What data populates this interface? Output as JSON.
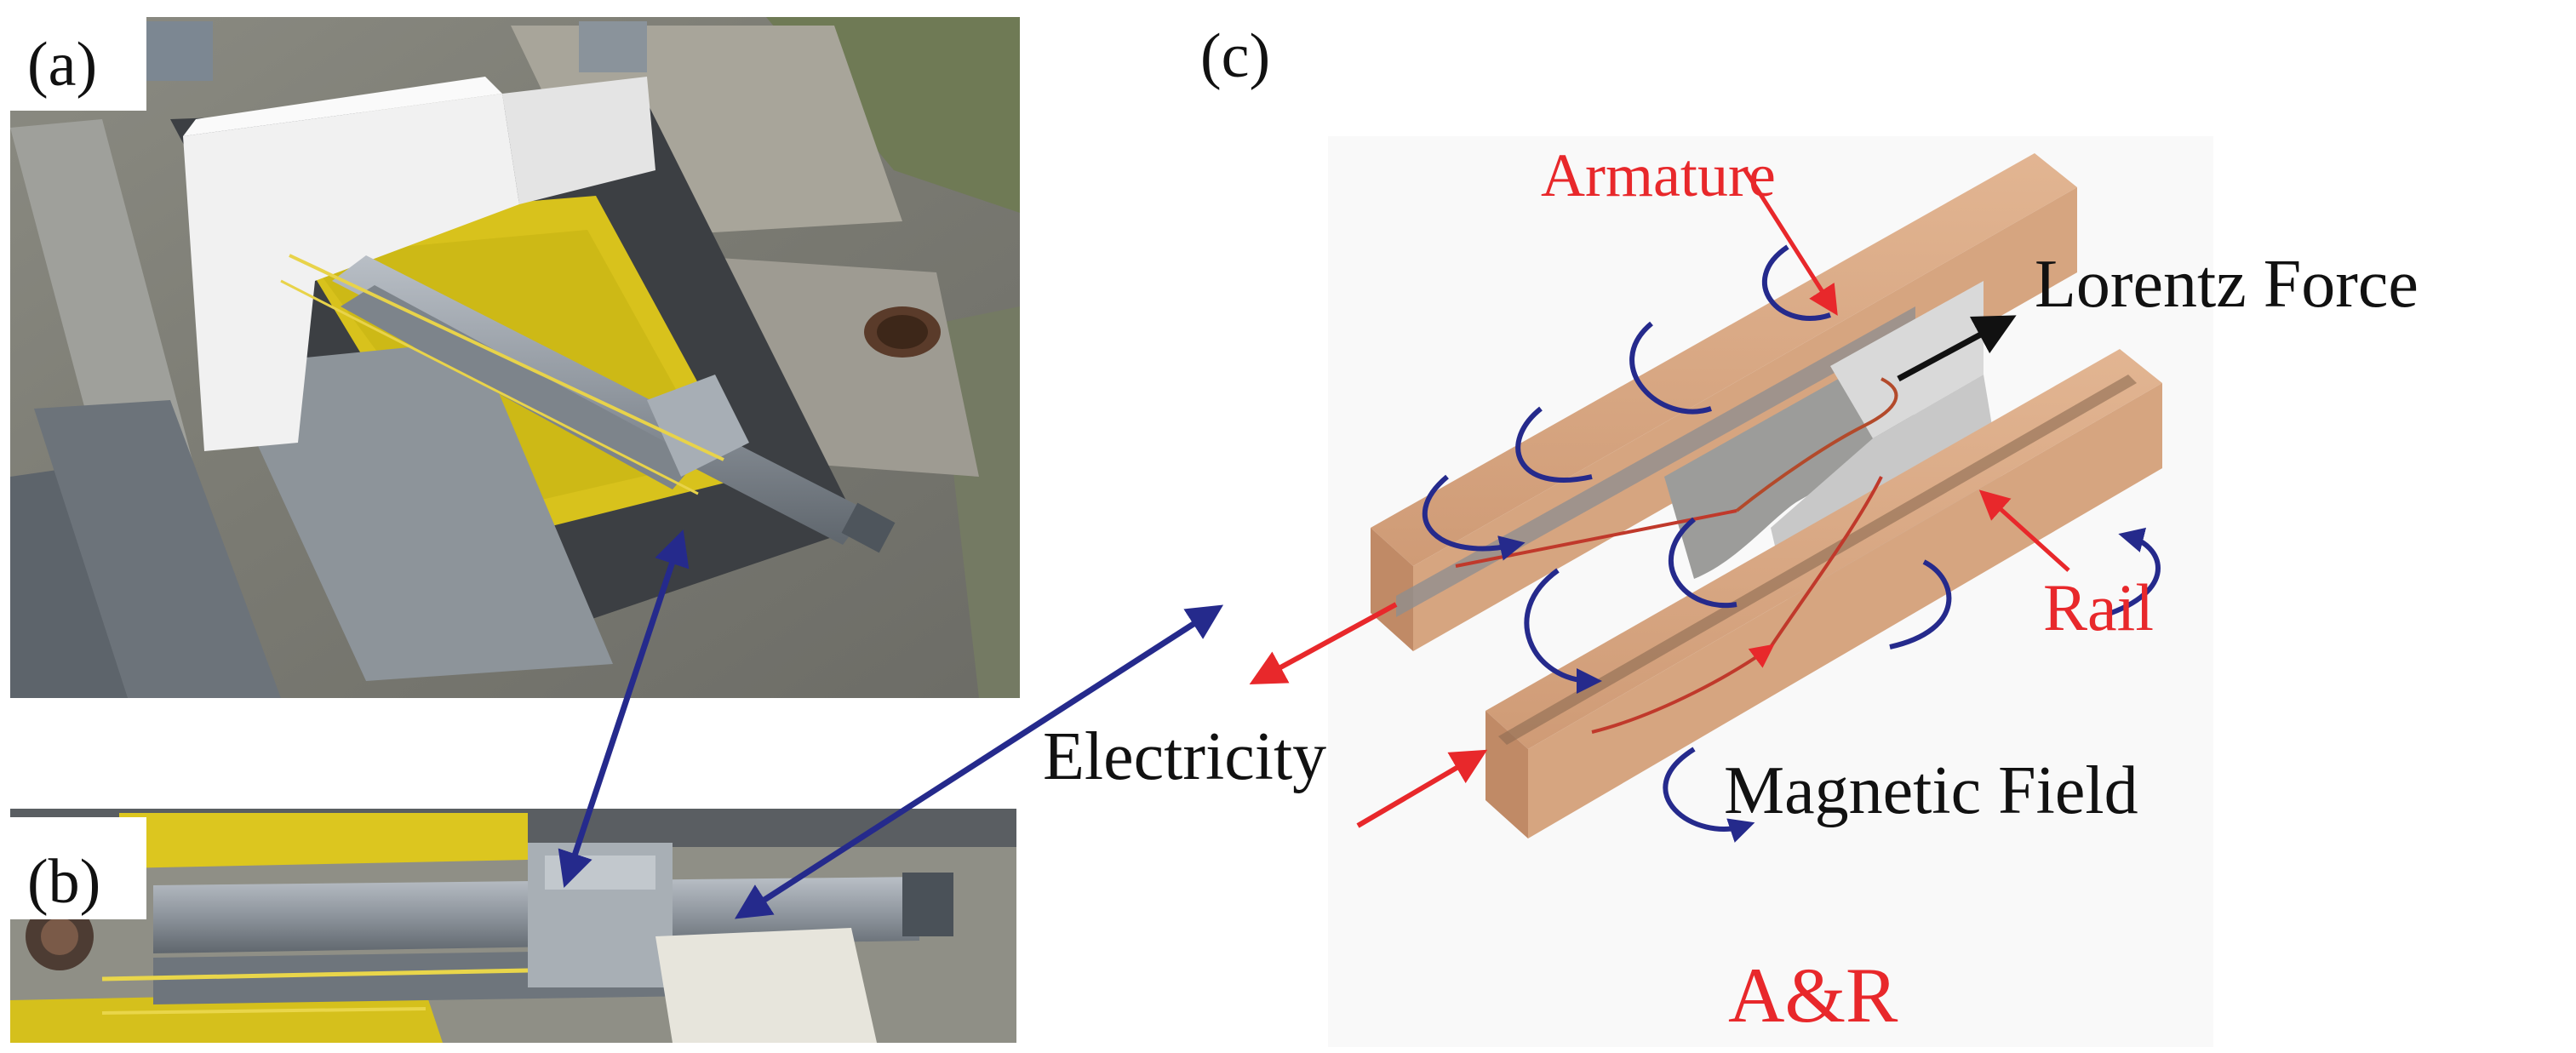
{
  "panels": {
    "a": {
      "label": "(a)"
    },
    "b": {
      "label": "(b)"
    },
    "c": {
      "label": "(c)"
    }
  },
  "diagram": {
    "armature_label": "Armature",
    "lorentz_label": "Lorentz Force",
    "rail_label": "Rail",
    "electricity_label": "Electricity",
    "magnetic_label": "Magnetic Field",
    "acronym_label": "A&R"
  },
  "colors": {
    "red": "#e8282b",
    "blue": "#252a8c",
    "rail": "#d5a27e",
    "black": "#111111"
  }
}
